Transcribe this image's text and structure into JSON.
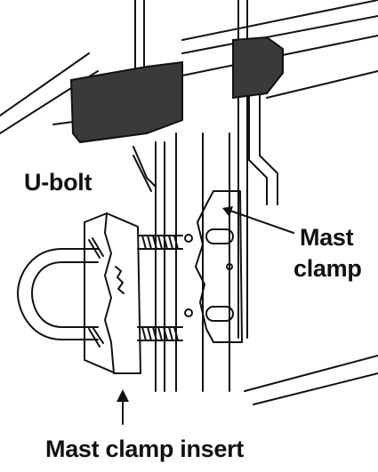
{
  "labels": {
    "u_bolt": "U-bolt",
    "mast_clamp_line1": "Mast",
    "mast_clamp_line2": "clamp",
    "mast_clamp_insert": "Mast clamp insert"
  },
  "colors": {
    "line": "#111111",
    "bracket_fill": "#3a3a3a",
    "background": "#ffffff"
  }
}
